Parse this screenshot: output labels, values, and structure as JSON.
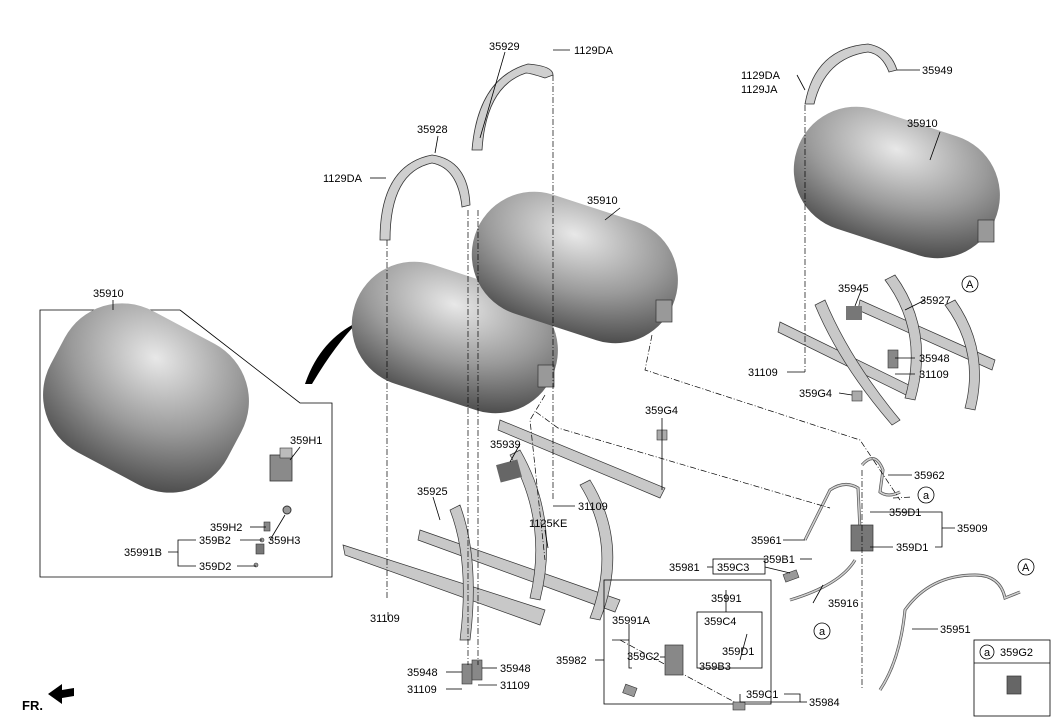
{
  "parts": {
    "tank_main_top": "35910",
    "tank_right": "35910",
    "tank_detail": "35910",
    "strap_35929": "35929",
    "bolt_1129DA_a": "1129DA",
    "bolt_1129DA_b": "1129DA",
    "bolt_1129DA_c": "1129DA",
    "bolt_1129JA": "1129JA",
    "strap_35949": "35949",
    "strap_35928": "35928",
    "bracket_35945": "35945",
    "frame_35927": "35927",
    "isolator_35948_r": "35948",
    "nut_31109_r1": "31109",
    "nut_31109_r2": "31109",
    "clip_359G4_r": "359G4",
    "clip_359G4": "359G4",
    "pad_35939": "35939",
    "frame_35925": "35925",
    "nut_31109_m": "31109",
    "bolt_1125KE": "1125KE",
    "nut_31109_l": "31109",
    "isolator_35948_a": "35948",
    "isolator_35948_b": "35948",
    "nut_31109_b1": "31109",
    "nut_31109_b2": "31109",
    "valve_359H1": "359H1",
    "part_359H2": "359H2",
    "part_359B2": "359B2",
    "part_359H3": "359H3",
    "assy_35991B": "35991B",
    "part_359D2": "359D2",
    "pipe_35962": "35962",
    "part_359D1_a": "359D1",
    "part_35909": "35909",
    "part_359D1_b": "359D1",
    "pipe_35961": "35961",
    "part_359B1": "359B1",
    "part_35981": "35981",
    "part_359C3": "359C3",
    "part_35916": "35916",
    "part_35951": "35951",
    "assy_35991": "35991",
    "assy_35991A": "35991A",
    "part_359C4": "359C4",
    "part_359D1_c": "359D1",
    "part_35982": "35982",
    "part_359C2": "359C2",
    "part_359B3": "359B3",
    "part_359C1": "359C1",
    "part_35984": "35984",
    "ref_A": "A",
    "ref_a": "a",
    "legend_code": "359G2"
  },
  "front_marker": "FR."
}
